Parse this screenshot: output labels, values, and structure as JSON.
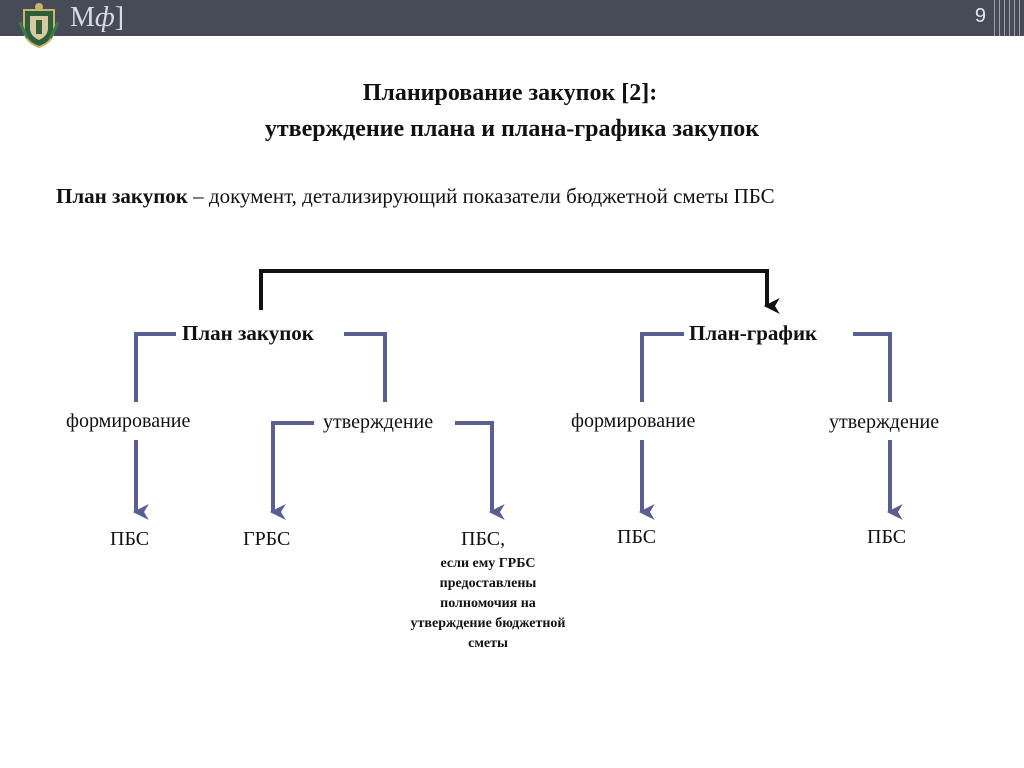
{
  "header": {
    "brand_main": "М",
    "brand_phi": "ф",
    "brand_tail": "]",
    "page_number": "9"
  },
  "title": {
    "line1": "Планирование закупок [2]:",
    "line2": "утверждение плана и плана-графика закупок"
  },
  "definition": {
    "term": "План закупок",
    "text": " – документ, детализирующий показатели бюджетной сметы ПБС"
  },
  "diagram": {
    "plan": "План закупок",
    "schedule": "План-график",
    "plan_forming": "формирование",
    "plan_approval": "утверждение",
    "schedule_forming": "формирование",
    "schedule_approval": "утверждение",
    "pbs1": "ПБС",
    "grbs": "ГРБС",
    "pbs2": "ПБС,",
    "pbs2_note": "если ему ГРБС предоставлены полномочия на утверждение бюджетной сметы",
    "pbs3": "ПБС",
    "pbs4": "ПБС"
  },
  "colors": {
    "header_bg": "#474b57",
    "connector": "#5a5f92",
    "top_arrow": "#111111"
  }
}
